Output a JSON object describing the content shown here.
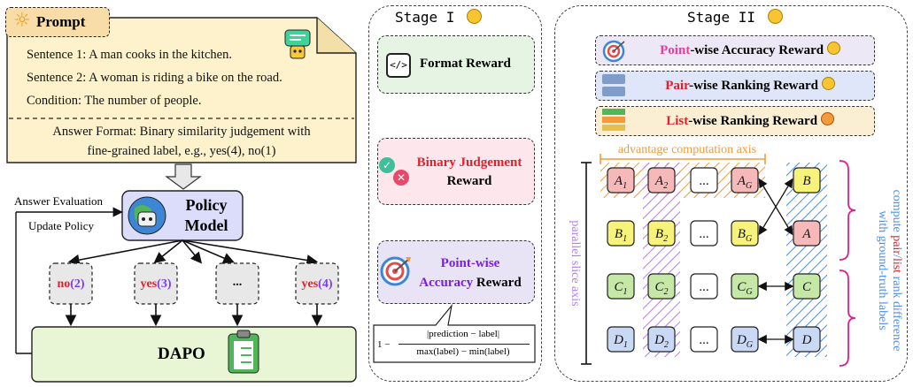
{
  "prompt": {
    "title": "Prompt",
    "sentence1": "Sentence 1: A man cooks in the kitchen.",
    "sentence2": "Sentence 2: A woman is riding a bike on the road.",
    "condition": "Condition: The number of people.",
    "answer_format_line1": "Answer Format: Binary similarity judgement with",
    "answer_format_line2": "fine-grained label, e.g., yes(4), no(1)"
  },
  "policy": {
    "label_line1": "Policy",
    "label_line2": "Model",
    "answer_evaluation": "Answer Evaluation",
    "update_policy": "Update Policy",
    "outputs": [
      {
        "word": "no",
        "num": "(2)"
      },
      {
        "word": "yes",
        "num": "(3)"
      },
      {
        "word": "...",
        "num": ""
      },
      {
        "word": "yes",
        "num": "(4)"
      }
    ],
    "dapo": "DAPO"
  },
  "stage1": {
    "title": "Stage I",
    "format_reward": "Format Reward",
    "binary_judgement": "Binary Judgement",
    "binary_reward": "Reward",
    "pointwise_line1": "Point-wise",
    "pointwise_accuracy": "Accuracy",
    "pointwise_reward": "Reward",
    "formula_one_minus": "1 −",
    "formula_numerator": "|prediction − label|",
    "formula_denominator": "max(label) − min(label)"
  },
  "stage2": {
    "title": "Stage II",
    "rewards": [
      {
        "prefix": "Point",
        "rest": "-wise Accuracy Reward",
        "color": "#e8409a"
      },
      {
        "prefix": "Pair",
        "rest": "-wise Ranking Reward",
        "color": "#e0202a"
      },
      {
        "prefix": "List",
        "rest": "-wise Ranking Reward",
        "color": "#e0202a"
      }
    ],
    "advantage_axis": "advantage computation axis",
    "parallel_axis": "parallel slice axis",
    "right_label_line1_a": "compute ",
    "right_label_line1_pair": "pair",
    "right_label_line1_slash": "/",
    "right_label_line1_list": "list",
    "right_label_line1_b": " rank difference",
    "right_label_line2": "with ground-truth labels",
    "grid": [
      {
        "row": "A",
        "cells": [
          "A",
          "A",
          "...",
          "A"
        ],
        "subs": [
          "1",
          "2",
          "",
          "G"
        ],
        "color": "#f6b8b8",
        "gt": "B",
        "gt_color": "#f7f27a"
      },
      {
        "row": "B",
        "cells": [
          "B",
          "B",
          "...",
          "B"
        ],
        "subs": [
          "1",
          "2",
          "",
          "G"
        ],
        "color": "#f7f27a",
        "gt": "A",
        "gt_color": "#f6b8b8"
      },
      {
        "row": "C",
        "cells": [
          "C",
          "C",
          "...",
          "C"
        ],
        "subs": [
          "1",
          "2",
          "",
          "G"
        ],
        "color": "#c6e8a6",
        "gt": "C",
        "gt_color": "#c6e8a6"
      },
      {
        "row": "D",
        "cells": [
          "D",
          "D",
          "...",
          "D"
        ],
        "subs": [
          "1",
          "2",
          "",
          "G"
        ],
        "color": "#c9d8f5",
        "gt": "D",
        "gt_color": "#c9d8f5"
      }
    ]
  },
  "colors": {
    "prompt_fill": "#fdf2cc",
    "policy_fill": "#dcdcfb",
    "dapo_fill": "#e8f6d5",
    "format_fill": "#e6f4e4",
    "binary_fill": "#fde6ec",
    "pointwise_fill": "#e8e4f5",
    "stage2_r1_fill": "#ece8f6",
    "stage2_r2_fill": "#dfe6fa",
    "stage2_r3_fill": "#fbefd3",
    "orange": "#f39a3c",
    "purple": "#9b55e6",
    "magenta": "#e0208a",
    "blue_text": "#4a8ef2"
  }
}
